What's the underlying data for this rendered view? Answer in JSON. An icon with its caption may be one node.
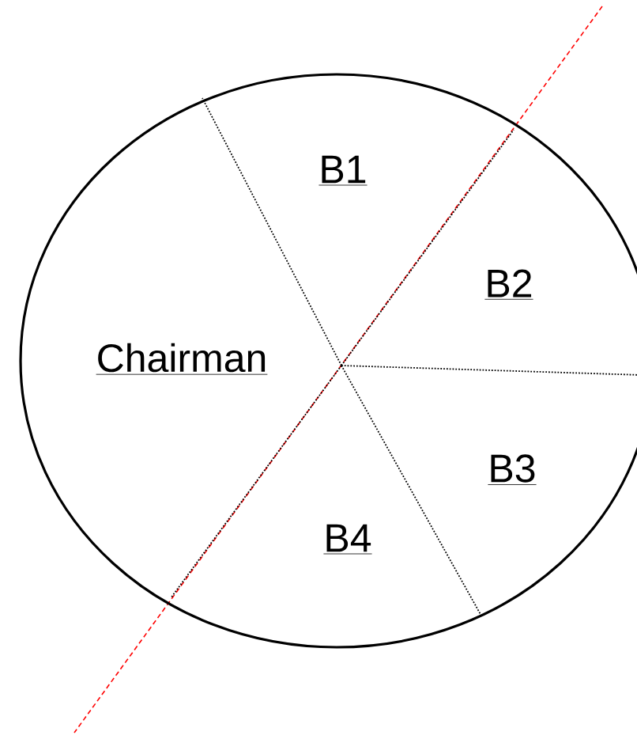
{
  "diagram": {
    "labels": [
      "B1",
      "B2",
      "Chairman",
      "B3",
      "B4"
    ]
  }
}
